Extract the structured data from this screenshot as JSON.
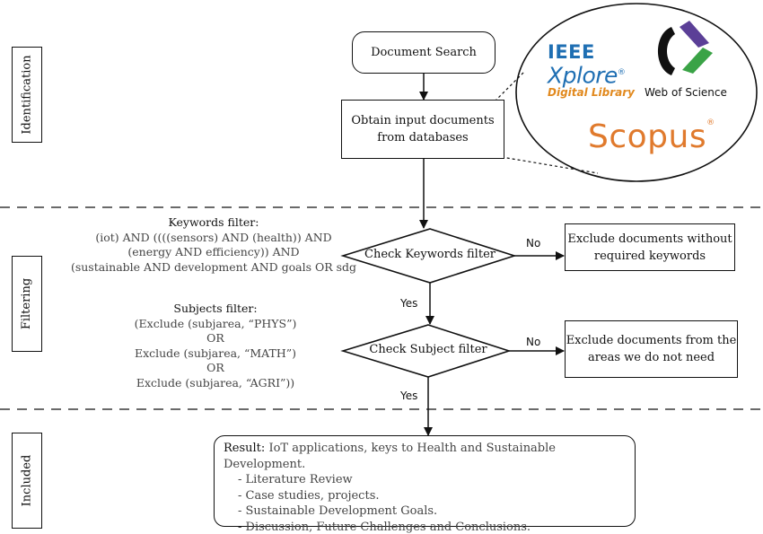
{
  "stages": {
    "identification": "Identification",
    "filtering": "Filtering",
    "included": "Included"
  },
  "nodes": {
    "document_search": "Document Search",
    "obtain_line1": "Obtain input documents",
    "obtain_line2": "from databases",
    "check_keywords": "Check Keywords filter",
    "check_subject": "Check Subject filter",
    "exclude_keywords_line1": "Exclude documents without",
    "exclude_keywords_line2": "required keywords",
    "exclude_areas_line1": "Exclude documents from the",
    "exclude_areas_line2": "areas we do not need"
  },
  "edges": {
    "no_1": "No",
    "no_2": "No",
    "yes_1": "Yes",
    "yes_2": "Yes"
  },
  "keywords_filter": {
    "heading": "Keywords filter:",
    "lines": [
      "(iot) AND ((((sensors) AND (health)) AND",
      "(energy AND efficiency)) AND",
      "(sustainable AND development AND goals OR sdg"
    ]
  },
  "subjects_filter": {
    "heading": "Subjects filter:",
    "lines": [
      "(Exclude (subjarea,  “PHYS”)",
      "OR",
      "Exclude (subjarea,  “MATH”)",
      "OR",
      "Exclude (subjarea,  “AGRI”))"
    ]
  },
  "result": {
    "label": "Result:",
    "summary": "IoT applications, keys to Health and Sustainable Development.",
    "items": [
      "- Literature Review",
      "- Case studies, projects.",
      "- Sustainable Development Goals.",
      "- Discussion, Future Challenges  and Conclusions."
    ]
  },
  "databases": {
    "ieee_line1": "IEEE",
    "ieee_line2": "Xplore",
    "ieee_mark": "®",
    "ieee_line3": "Digital Library",
    "wos": "Web of Science",
    "scopus": "Scopus",
    "scopus_mark": "®"
  },
  "colors": {
    "ieee_blue": "#1f6fb3",
    "ieee_orange": "#e1891e",
    "scopus_orange": "#e07a2d",
    "wos_purple": "#5b3f97",
    "wos_green": "#3aa346",
    "wos_black": "#111111"
  }
}
